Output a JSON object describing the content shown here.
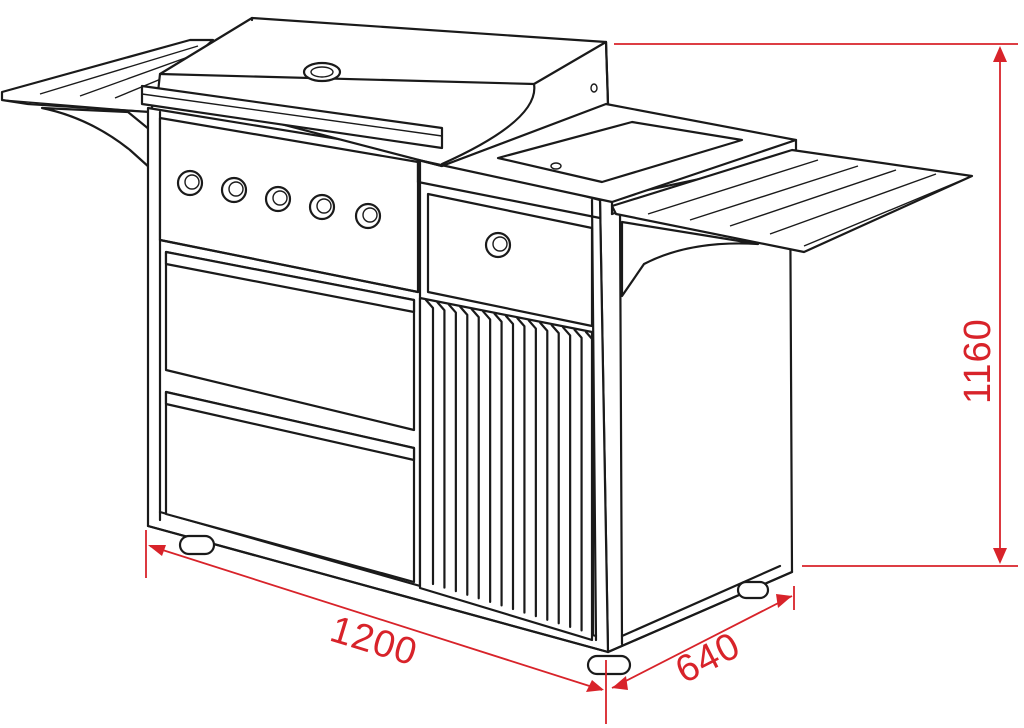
{
  "diagram": {
    "colors": {
      "outline": "#1a1a1a",
      "dimension": "#d8232a",
      "background": "#ffffff"
    },
    "dimensions": {
      "width_label": "1200",
      "depth_label": "640",
      "height_label": "1160"
    }
  }
}
